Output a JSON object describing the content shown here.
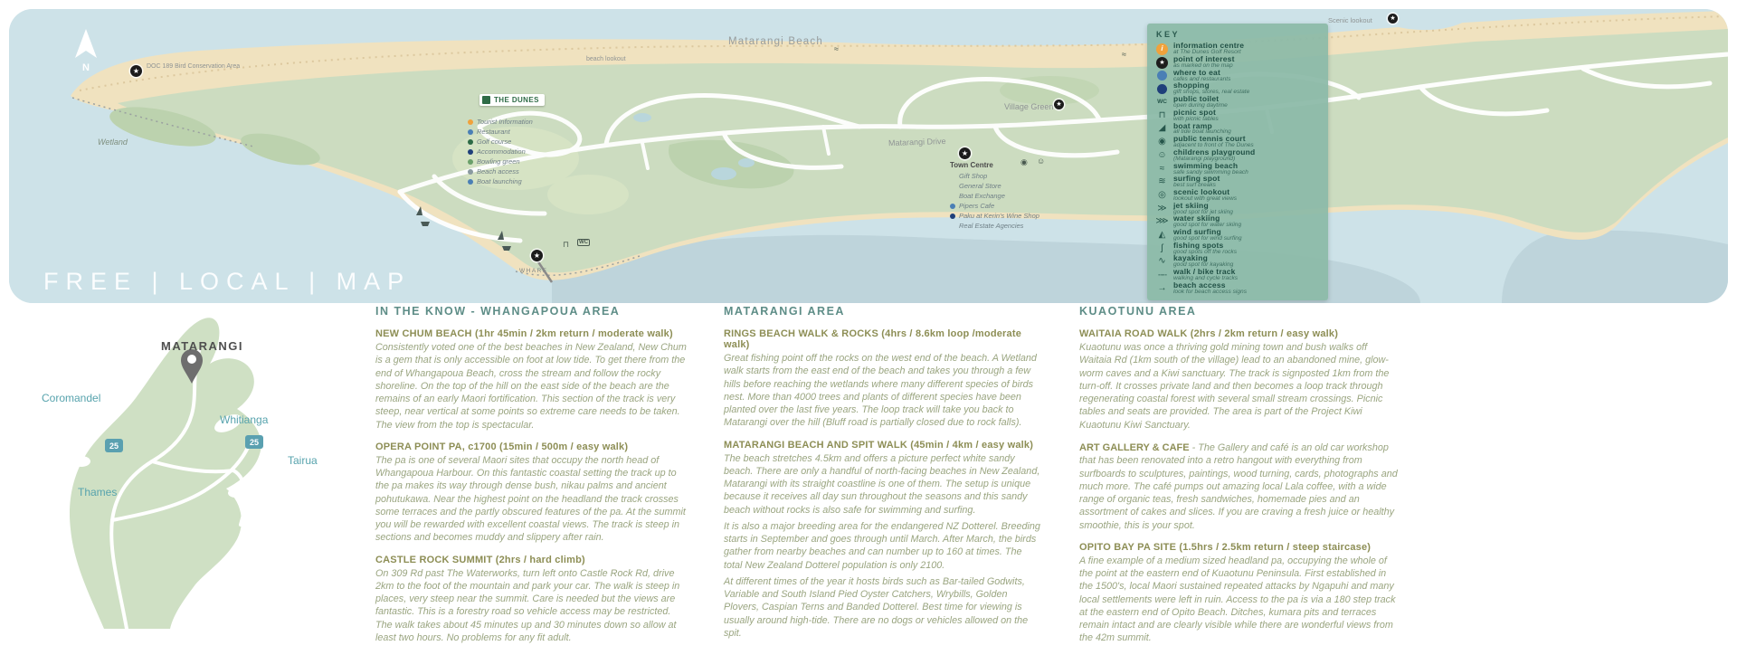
{
  "map": {
    "free_local_map": "FREE | LOCAL | MAP",
    "labels": {
      "compass": "N",
      "beach": "Matarangi Beach",
      "beach_lookout": "beach lookout",
      "drive": "Matarangi Drive",
      "wetland": "Wetland",
      "village_green": "Village Green",
      "scenic_lookout": "Scenic lookout",
      "wharf": "WHARF",
      "doc": "DOC 189 Bird Conservation Area",
      "dunes_badge": "THE DUNES"
    },
    "dunes_list": {
      "items": [
        {
          "label": "Tourist Information",
          "color": "#f0a23c"
        },
        {
          "label": "Restaurant",
          "color": "#4a7fb5"
        },
        {
          "label": "Golf course",
          "color": "#2e6b46"
        },
        {
          "label": "Accommodation",
          "color": "#1f3f7a"
        },
        {
          "label": "Bowling green",
          "color": "#6aa06a"
        },
        {
          "label": "Beach access",
          "color": "#8a9aa0"
        },
        {
          "label": "Boat launching",
          "color": "#4a7fb5"
        }
      ]
    },
    "town_centre": {
      "title": "Town Centre",
      "items": [
        {
          "label": "Gift Shop",
          "color": ""
        },
        {
          "label": "General Store",
          "color": ""
        },
        {
          "label": "Boat Exchange",
          "color": ""
        },
        {
          "label": "Pipers Cafe",
          "color": "#4a7fb5"
        },
        {
          "label": "Paku at Kerin's Wine Shop",
          "color": "#1f3f7a"
        },
        {
          "label": "Real Estate Agencies",
          "color": ""
        }
      ]
    },
    "key": {
      "title": "KEY",
      "items": [
        {
          "icon": "info-icon",
          "label": "information centre",
          "sub": "at The Dunes Golf Resort"
        },
        {
          "icon": "star-icon",
          "label": "point of interest",
          "sub": "as marked on the map"
        },
        {
          "icon": "eat-icon",
          "label": "where to eat",
          "sub": "cafes and restaurants"
        },
        {
          "icon": "shopping-icon",
          "label": "shopping",
          "sub": "gift shops, stores, real estate"
        },
        {
          "icon": "toilet-icon",
          "label": "public toilet",
          "sub": "open during daytime"
        },
        {
          "icon": "picnic-icon",
          "label": "picnic spot",
          "sub": "with picnic tables"
        },
        {
          "icon": "boat-ramp-icon",
          "label": "boat ramp",
          "sub": "all tide boat launching"
        },
        {
          "icon": "tennis-icon",
          "label": "public tennis court",
          "sub": "adjacent to front of The Dunes"
        },
        {
          "icon": "playground-icon",
          "label": "childrens playground",
          "sub": "(Matarangi playground)"
        },
        {
          "icon": "swimming-icon",
          "label": "swimming beach",
          "sub": "safe sandy swimming beach"
        },
        {
          "icon": "surfing-icon",
          "label": "surfing spot",
          "sub": "best surf breaks"
        },
        {
          "icon": "lookout-icon",
          "label": "scenic lookout",
          "sub": "lookout with great views"
        },
        {
          "icon": "jetski-icon",
          "label": "jet skiing",
          "sub": "good spot for jet skiing"
        },
        {
          "icon": "waterski-icon",
          "label": "water skiing",
          "sub": "good spot for water skiing"
        },
        {
          "icon": "windsurf-icon",
          "label": "wind surfing",
          "sub": "good spot for wind surfing"
        },
        {
          "icon": "fishing-icon",
          "label": "fishing spots",
          "sub": "good spots off the rocks"
        },
        {
          "icon": "kayak-icon",
          "label": "kayaking",
          "sub": "good spot for kayaking"
        },
        {
          "icon": "track-icon",
          "label": "walk / bike track",
          "sub": "walking and cycle tracks"
        },
        {
          "icon": "beach-access-icon",
          "label": "beach access",
          "sub": "look for beach access signs"
        }
      ]
    }
  },
  "minimap": {
    "town": "MATARANGI",
    "places": [
      "Coromandel",
      "Whitianga",
      "Tairua",
      "Thames"
    ],
    "shields": [
      "25",
      "25"
    ]
  },
  "articles": {
    "columns": [
      {
        "title": "IN THE KNOW - WHANGAPOUA AREA",
        "sections": [
          {
            "heading": "NEW CHUM BEACH (1hr 45min / 2km return / moderate walk)",
            "body": "Consistently voted one of the best beaches in New Zealand, New Chum is a gem that is only accessible on foot at low tide. To get there from the end of Whangapoua Beach, cross the stream and follow the rocky shoreline. On the top of the hill on the east side of the beach are the remains of an early Maori fortification. This section of the track is very steep, near vertical at some points so extreme care needs to be taken. The view from the top is spectacular."
          },
          {
            "heading": "OPERA POINT PA, c1700 (15min / 500m / easy walk)",
            "body": "The pa is one of several Maori sites that occupy the north head of Whangapoua Harbour. On this fantastic coastal setting the track up to the pa makes its way through dense bush, nikau palms and ancient pohutukawa. Near the highest point on the headland the track crosses some terraces and the partly obscured features of the pa. At the summit you will be rewarded with excellent coastal views. The track is steep in sections and becomes muddy and slippery after rain."
          },
          {
            "heading": "CASTLE ROCK SUMMIT (2hrs / hard climb)",
            "body": "On 309 Rd past The Waterworks, turn left onto Castle Rock Rd, drive 2km to the foot of the mountain and park your car. The walk is steep in places, very steep near the summit. Care is needed but the views are fantastic. This is a forestry road so vehicle access may be restricted. The walk takes about 45 minutes up and 30 minutes down so allow at least two hours. No problems for any fit adult."
          }
        ]
      },
      {
        "title": "MATARANGI AREA",
        "sections": [
          {
            "heading": "RINGS BEACH WALK & ROCKS (4hrs / 8.6km loop /moderate walk)",
            "body": "Great fishing point off the rocks on the west end of the beach. A Wetland walk starts from the east end of the beach and takes you through a few hills before reaching the wetlands where many different species of birds nest. More than 4000 trees and plants of different species have been planted over the last five years. The loop track will take you back to Matarangi over the hill (Bluff road is partially closed due to rock falls)."
          },
          {
            "heading": "MATARANGI BEACH AND SPIT WALK (45min / 4km / easy walk)",
            "paras": [
              "The beach stretches 4.5km and offers a picture perfect white sandy beach. There are only a handful of north-facing beaches in New Zealand, Matarangi with its straight coastline is one of them. The setup is unique because it receives all day sun throughout the seasons and this sandy beach without rocks is also safe for swimming and surfing.",
              "It is also a major breeding area for the endangered NZ Dotterel. Breeding starts in September and goes through until March. After March, the birds gather from nearby beaches and can number up to 160 at times. The total New Zealand Dotterel population is only 2100.",
              "At different times of the year it hosts birds such as Bar-tailed Godwits, Variable and South Island Pied Oyster Catchers, Wrybills, Golden Plovers, Caspian Terns and Banded Dotterel. Best time for viewing is usually around high-tide. There are no dogs or vehicles allowed on the spit."
            ]
          }
        ]
      },
      {
        "title": "KUAOTUNU AREA",
        "sections": [
          {
            "heading": "WAITAIA ROAD WALK (2hrs / 2km return / easy walk)",
            "body": "Kuaotunu was once a thriving gold mining town and bush walks off Waitaia Rd (1km south of the village) lead to an abandoned mine, glow-worm caves and a Kiwi sanctuary. The track is signposted 1km from the turn-off. It crosses private land and then becomes a loop track through regenerating coastal forest with several small stream crossings. Picnic tables and seats are provided. The area is part of the Project Kiwi Kuaotunu Kiwi Sanctuary."
          },
          {
            "heading": "ART GALLERY & CAFE",
            "body": "- The Gallery and café is an old car workshop that has been renovated into a retro hangout with everything from surfboards to sculptures, paintings, wood turning, cards, photographs and much more. The café pumps out amazing local Lala coffee, with a wide range of organic teas, fresh sandwiches, homemade pies and an assortment of cakes and slices. If you are craving a fresh juice or healthy smoothie, this is your spot."
          },
          {
            "heading": "OPITO BAY PA SITE (1.5hrs / 2.5km return / steep staircase)",
            "body": "A fine example of a medium sized headland pa, occupying the whole of the point at the eastern end of Kuaotunu Peninsula. First established in the 1500's, local Maori sustained repeated attacks by Ngapuhi and many local settlements were left in ruin. Access to the pa is via a 180 step track at the eastern end of Opito Beach. Ditches, kumara pits and terraces remain intact and are clearly visible while there are wonderful views from the 42m summit."
          }
        ]
      }
    ]
  },
  "colors": {
    "water": "#cde2e8",
    "sand": "#f0e2bf",
    "land": "#ccdcc0",
    "key_panel": "#8cbaa8",
    "accent_orange": "#f0a23c",
    "accent_blue": "#4a7fb5",
    "accent_navy": "#1f3f7a"
  }
}
